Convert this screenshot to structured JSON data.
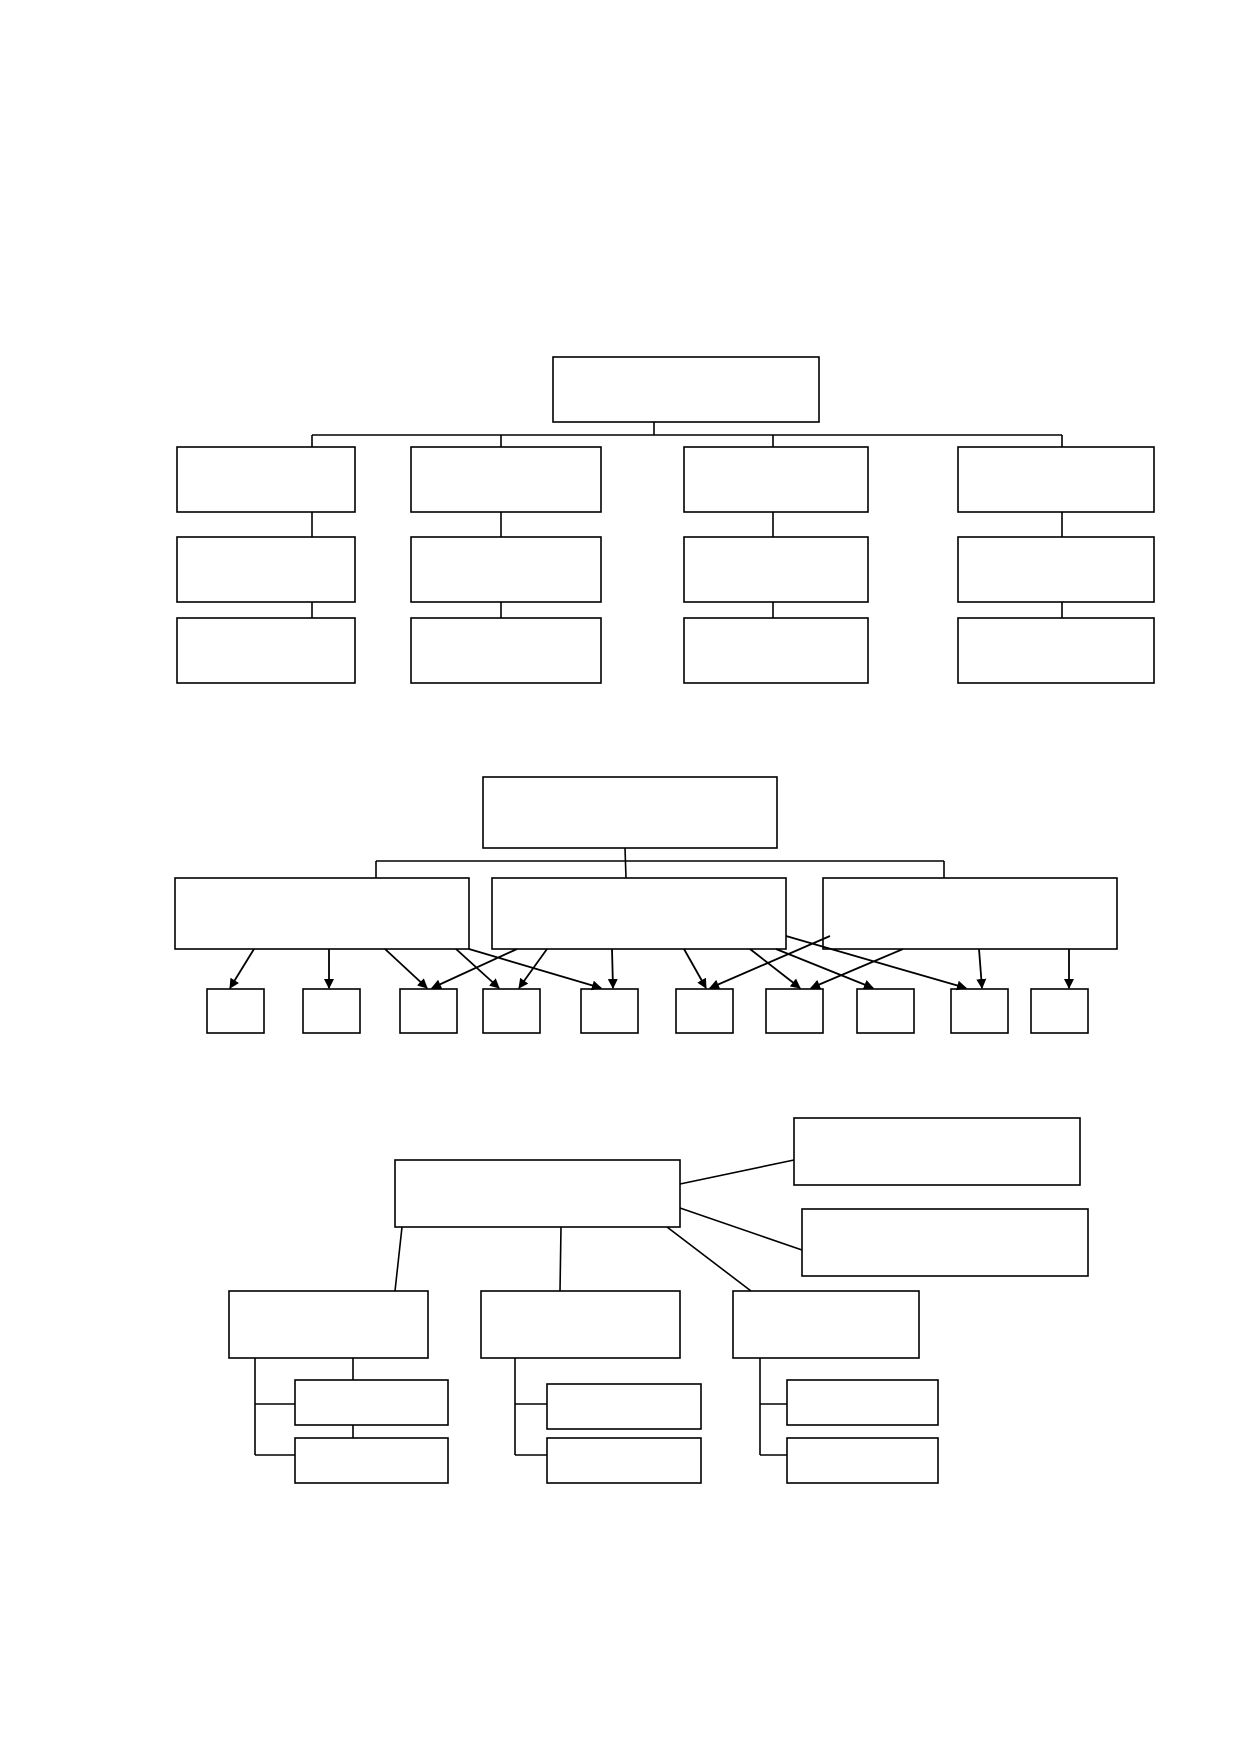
{
  "page": {
    "background": "#ffffff",
    "stroke": "#000000"
  },
  "diagram_tree": {
    "root_boxes": 1,
    "columns": 4,
    "boxes_per_column": 3,
    "box_text": []
  },
  "diagram_network": {
    "root_boxes": 1,
    "middle_boxes": 3,
    "bottom_boxes": 10,
    "arrows": [
      {
        "from_middle": 0,
        "to_bottom": 0
      },
      {
        "from_middle": 0,
        "to_bottom": 1
      },
      {
        "from_middle": 0,
        "to_bottom": 2
      },
      {
        "from_middle": 0,
        "to_bottom": 3
      },
      {
        "from_middle": 0,
        "to_bottom": 4
      },
      {
        "from_middle": 1,
        "to_bottom": 2
      },
      {
        "from_middle": 1,
        "to_bottom": 3
      },
      {
        "from_middle": 1,
        "to_bottom": 4
      },
      {
        "from_middle": 1,
        "to_bottom": 5
      },
      {
        "from_middle": 1,
        "to_bottom": 6
      },
      {
        "from_middle": 1,
        "to_bottom": 7
      },
      {
        "from_middle": 2,
        "to_bottom": 5
      },
      {
        "from_middle": 2,
        "to_bottom": 6
      },
      {
        "from_middle": 2,
        "to_bottom": 8
      },
      {
        "from_middle": 2,
        "to_bottom": 9
      },
      {
        "from_middle": 2,
        "to_bottom": 8
      }
    ],
    "box_text": []
  },
  "diagram_hub": {
    "central_box": 1,
    "side_boxes": 2,
    "child_boxes": 3,
    "sub_boxes_per_child": 2,
    "box_text": []
  }
}
